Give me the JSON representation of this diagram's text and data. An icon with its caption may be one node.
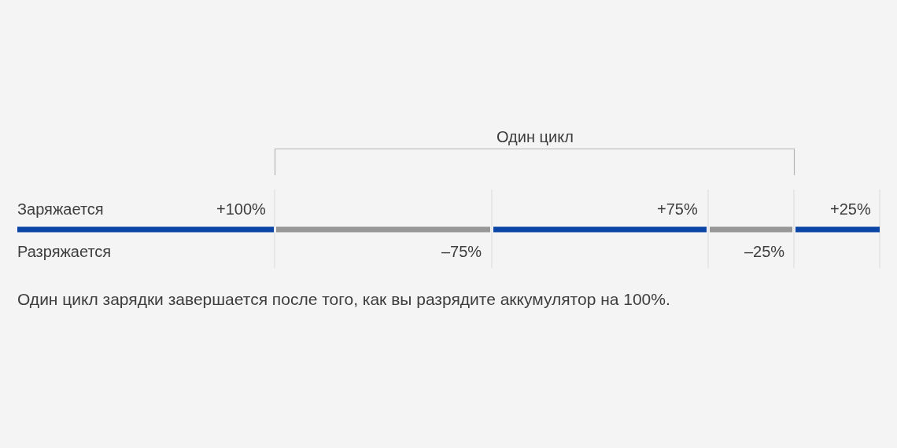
{
  "diagram": {
    "caption": "Один цикл зарядки завершается после того, как вы разрядите аккумулятор на 100%.",
    "labels": [
      "Один цикл",
      "Заряжается",
      "+100%",
      "+75%",
      "+25%",
      "Разряжается",
      "–75%",
      "–25%"
    ]
  }
}
